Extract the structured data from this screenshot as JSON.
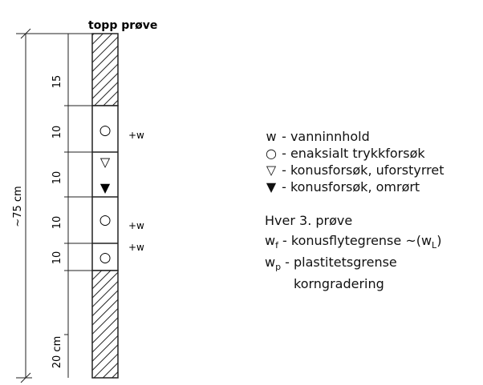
{
  "header": {
    "title": "topp prøve"
  },
  "dimensions": {
    "total": "~75 cm",
    "segments": [
      "15",
      "10",
      "10",
      "10",
      "10",
      "20 cm"
    ]
  },
  "column": {
    "markers": {
      "circle_1": "○",
      "triangle_open": "▽",
      "triangle_filled": "▼",
      "circle_2": "○",
      "circle_3": "○"
    },
    "w_labels": [
      "+w",
      "+w",
      "+w"
    ]
  },
  "legend": {
    "w": {
      "symbol": "w",
      "text": " - vanninnhold"
    },
    "circle": {
      "symbol": "○",
      "text": " - enaksialt trykkforsøk"
    },
    "tri_open": {
      "symbol": "▽",
      "text": " - konusforsøk, uforstyrret"
    },
    "tri_filled": {
      "symbol": "▼",
      "text": " - konusforsøk, omrørt"
    },
    "every3": "Hver 3. prøve",
    "wf": {
      "base": "w",
      "sub": "f",
      "text": " - konusflytegrense ~(w",
      "sub2": "L",
      "tail": ")"
    },
    "wp": {
      "base": "w",
      "sub": "p",
      "text": " - plastitetsgrense"
    },
    "grading": "korngradering"
  }
}
